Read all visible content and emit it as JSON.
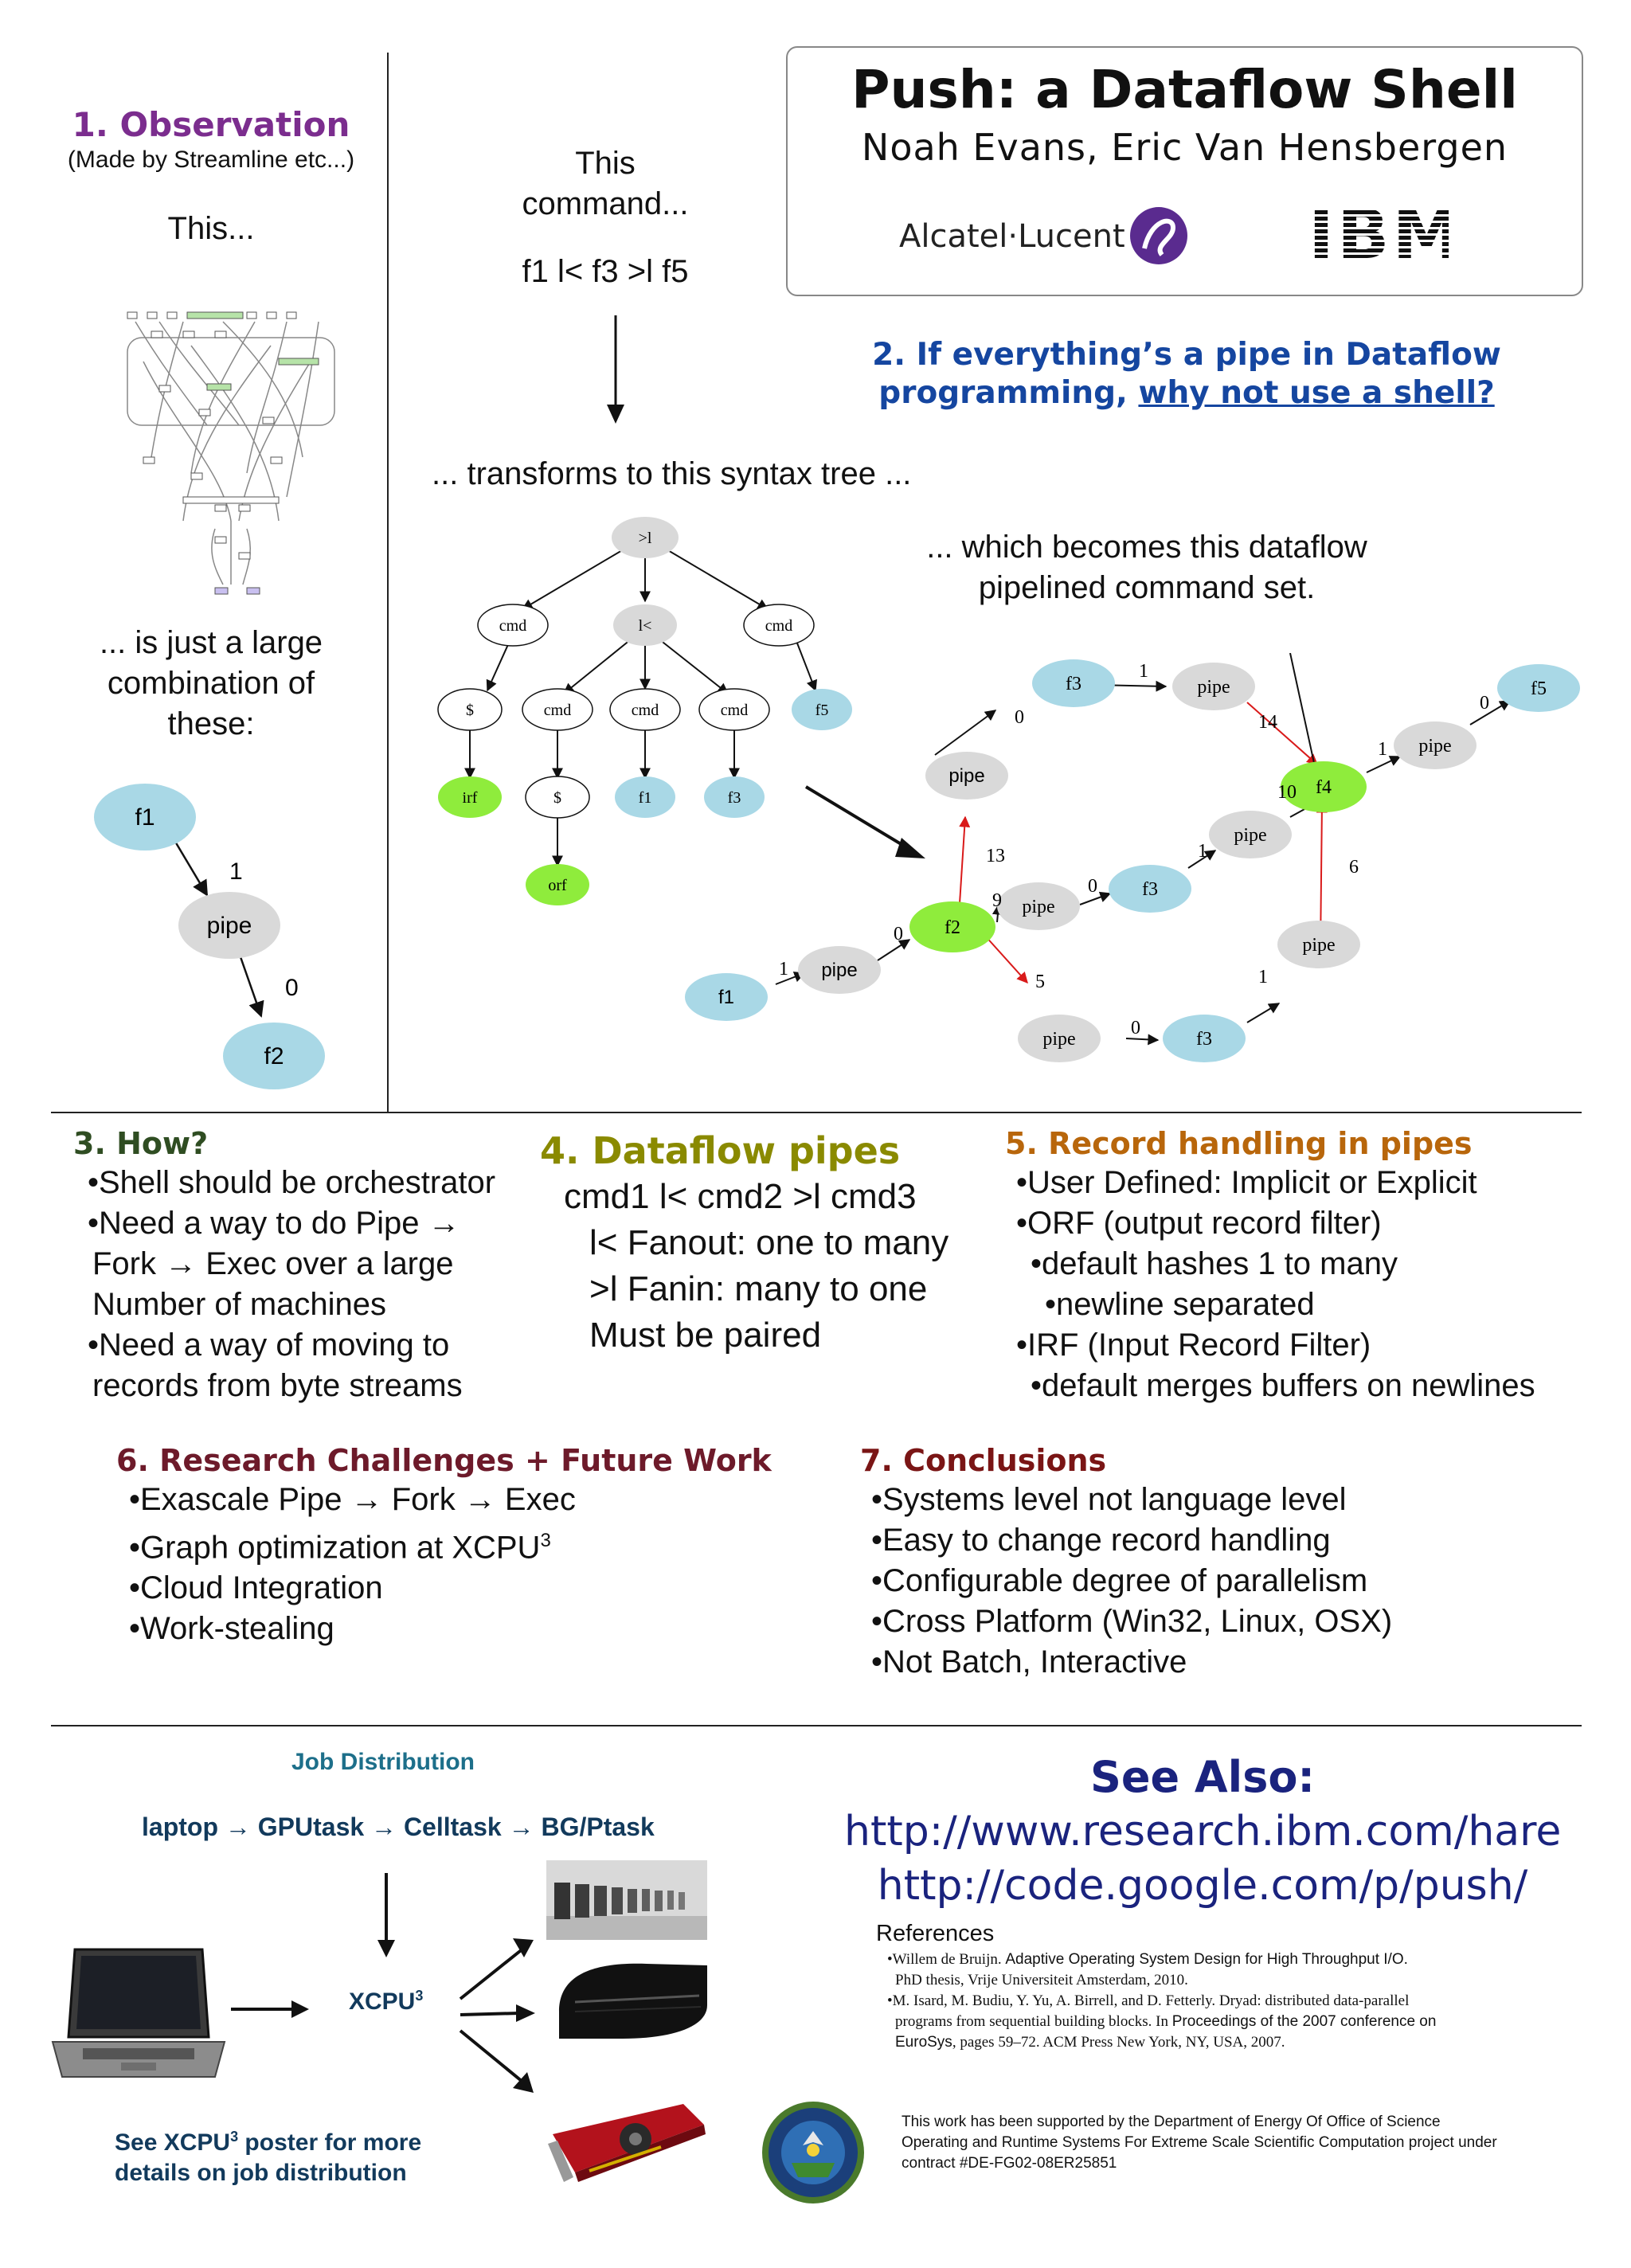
{
  "header": {
    "title": "Push: a Dataflow Shell",
    "authors": "Noah Evans, Eric Van Hensbergen",
    "logo_alcatel": "Alcatel·Lucent",
    "logo_ibm": "IBM"
  },
  "observation": {
    "heading": "1. Observation",
    "sub": "(Made by Streamline etc...)",
    "this": "This...",
    "caption_l1": "... is just a large",
    "caption_l2": "combination of",
    "caption_l3": "these:",
    "graph": {
      "f1": "f1",
      "pipe": "pipe",
      "f2": "f2",
      "e1": "1",
      "e2": "0"
    }
  },
  "command": {
    "l1": "This",
    "l2": "command...",
    "cmd": "f1 l< f3 >l f5",
    "transforms": "... transforms to this syntax tree ...",
    "becomes_l1": "... which becomes this dataflow",
    "becomes_l2": "pipelined command set."
  },
  "tree": {
    "root": ">l",
    "cmd": "cmd",
    "fan": "l<",
    "dollar": "$",
    "irf": "irf",
    "orf": "orf",
    "f1": "f1",
    "f3": "f3",
    "f5": "f5"
  },
  "dataflow": {
    "f1": "f1",
    "f2": "f2",
    "f3": "f3",
    "f4": "f4",
    "f5": "f5",
    "pipe": "pipe",
    "labels": [
      "1",
      "0",
      "13",
      "9",
      "0",
      "1",
      "5",
      "0",
      "1",
      "0",
      "1",
      "14",
      "10",
      "1",
      "0",
      "6"
    ]
  },
  "q2": {
    "line1": "2. If everything’s a pipe in Dataflow",
    "line2a": "programming, ",
    "line2b": "why not use a shell?"
  },
  "how": {
    "heading": "3. How?",
    "lines": [
      "•Shell should be orchestrator",
      "•Need a way to do Pipe →",
      "Fork → Exec over a large",
      "Number of machines",
      "•Need a way of moving to",
      "records from byte streams"
    ]
  },
  "pipes": {
    "heading": "4. Dataflow pipes",
    "lines": [
      "cmd1 l< cmd2 >l cmd3",
      "l< Fanout: one to many",
      ">l Fanin: many to one",
      "Must be paired"
    ]
  },
  "records": {
    "heading": "5. Record handling in pipes",
    "lines": [
      "•User Defined: Implicit or Explicit",
      "•ORF (output record filter)",
      "•default hashes 1 to many",
      "•newline separated",
      "•IRF (Input Record Filter)",
      "•default merges buffers on newlines"
    ]
  },
  "research": {
    "heading": "6. Research Challenges + Future Work",
    "lines": [
      "•Exascale Pipe → Fork → Exec",
      "•Graph optimization at XCPU",
      "•Cloud Integration",
      "•Work-stealing"
    ],
    "sup": "3"
  },
  "conclusions": {
    "heading": "7. Conclusions",
    "lines": [
      "•Systems level not language level",
      "•Easy to change record handling",
      "•Configurable degree of parallelism",
      "•Cross Platform (Win32, Linux, OSX)",
      "•Not Batch, Interactive"
    ]
  },
  "jobs": {
    "heading": "Job Distribution",
    "chain": "laptop → GPUtask → Celltask → BG/Ptask",
    "xcpu": "XCPU",
    "sup": "3",
    "note_a": "See XCPU",
    "note_b": " poster for more",
    "note_c": "details on job distribution"
  },
  "see_also": {
    "heading": "See Also:",
    "url1": "http://www.research.ibm.com/hare",
    "url2": "http://code.google.com/p/push/"
  },
  "references": {
    "heading": "References",
    "r1a": "•Willem de Bruijn. ",
    "r1b": "Adaptive Operating System Design for High Throughput I/O.",
    "r1c": "PhD thesis, Vrije Universiteit Amsterdam, 2010.",
    "r2a": "•M. Isard, M. Budiu, Y. Yu, A. Birrell, and D. Fetterly. Dryad: distributed data-parallel",
    "r2b": "programs from sequential building blocks. In ",
    "r2c": "Proceedings of the 2007 conference on",
    "r2d": "EuroSys",
    "r2e": ", pages 59–72. ACM Press New York, NY, USA, 2007."
  },
  "support": {
    "l1": "This work has been supported by the Department of Energy Of Office of Science",
    "l2": "Operating and Runtime Systems For Extreme Scale Scientific Computation project under",
    "l3": "contract #DE-FG02-08ER25851"
  },
  "colors": {
    "purple": "#7b2d8e",
    "blue": "#1546a0",
    "olive": "#8a8a00",
    "orange": "#b8660b",
    "maroon": "#6d1a2a",
    "teal": "#1d6f8a",
    "navy": "#1a237e",
    "node_blue": "#a9d8e6",
    "node_gray": "#d9d9d9",
    "node_green": "#8fec3c"
  }
}
